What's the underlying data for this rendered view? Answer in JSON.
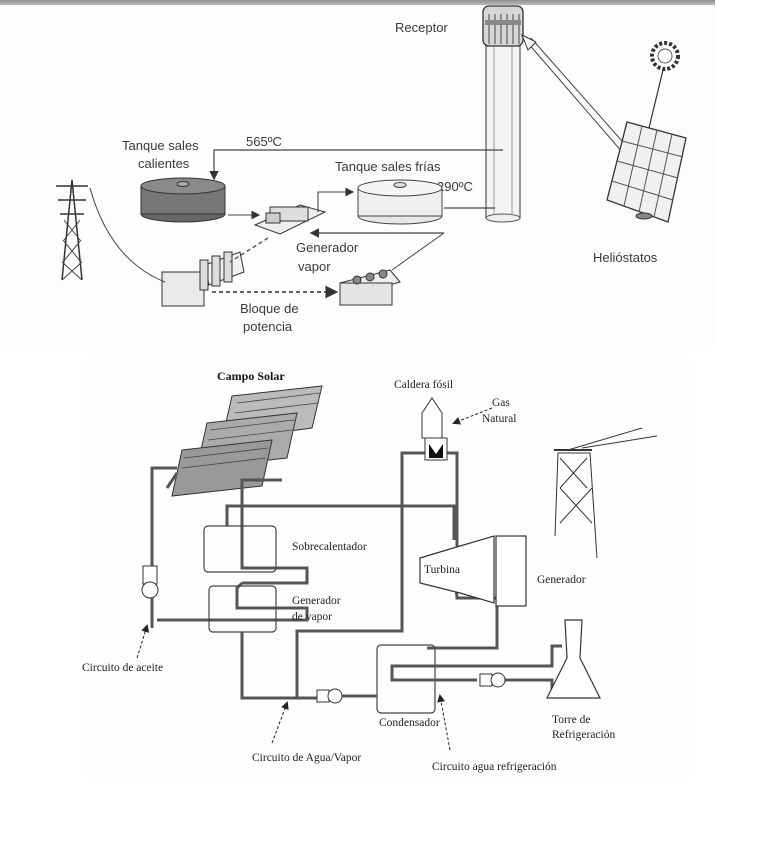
{
  "top_diagram": {
    "title": "Central solar de torre con almacenamiento de sales",
    "labels": {
      "receptor": "Receptor",
      "hot_tank": [
        "Tanque sales",
        "calientes"
      ],
      "hot_temp": "565ºC",
      "cold_tank": "Tanque sales frías",
      "cold_temp": "290ºC",
      "steam_generator": [
        "Generador",
        "vapor"
      ],
      "power_block": [
        "Bloque de",
        "potencia"
      ],
      "heliostats": "Helióstatos"
    }
  },
  "bottom_diagram": {
    "title": "Central cilindro-parabólica con caldera fósil",
    "labels": {
      "solar_field": "Campo Solar",
      "fossil_boiler": "Caldera fósil",
      "natural_gas": [
        "Gas",
        "Natural"
      ],
      "superheater": "Sobrecalentador",
      "steam_generator": [
        "Generador",
        "de vapor"
      ],
      "turbine": "Turbina",
      "generator": "Generador",
      "oil_circuit": "Circuito de aceite",
      "condenser": "Condensador",
      "cooling_tower": [
        "Torre de",
        "Refrigeración"
      ],
      "water_steam_circuit": "Circuito de Agua/Vapor",
      "cooling_water_circuit": "Circuito agua refrigeración"
    }
  }
}
